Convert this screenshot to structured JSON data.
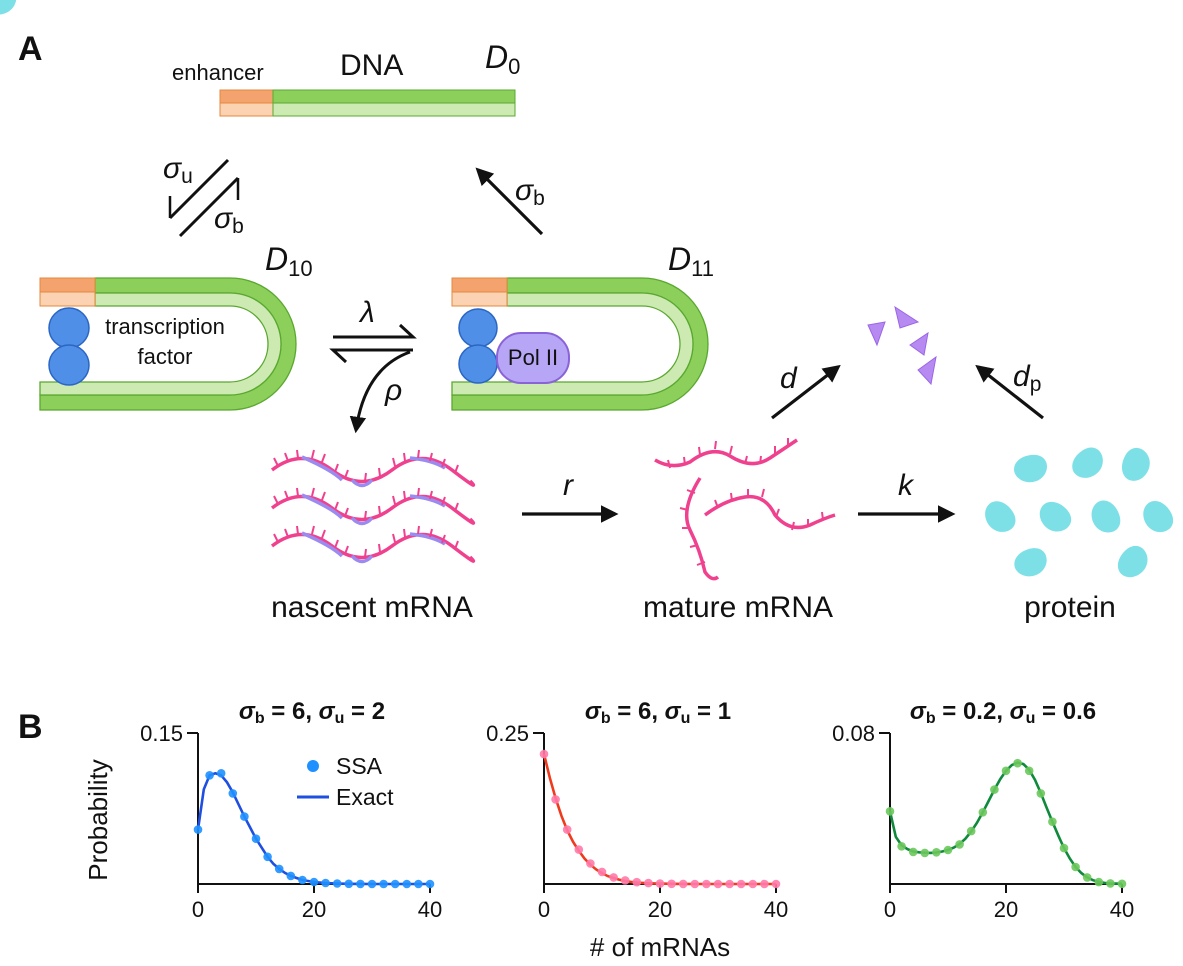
{
  "panel_a": {
    "letter": "A",
    "enhancer_label": "enhancer",
    "dna_label": "DNA",
    "state_d0": {
      "sym": "D",
      "sub": "0"
    },
    "state_d10": {
      "sym": "D",
      "sub": "10"
    },
    "state_d11": {
      "sym": "D",
      "sub": "11"
    },
    "tf_label_line1": "transcription",
    "tf_label_line2": "factor",
    "pol_label": "Pol II",
    "rates": {
      "sigma_u": {
        "sym": "σ",
        "sub": "u"
      },
      "sigma_b_left": {
        "sym": "σ",
        "sub": "b"
      },
      "sigma_b_right": {
        "sym": "σ",
        "sub": "b"
      },
      "lambda": "λ",
      "rho": "ρ",
      "r": "r",
      "k": "k",
      "d": "d",
      "d_p": {
        "sym": "d",
        "sub": "p"
      }
    },
    "species": {
      "nascent": "nascent mRNA",
      "mature": "mature mRNA",
      "protein": "protein"
    },
    "colors": {
      "dna_dark": "#8ccf5b",
      "dna_light": "#cdeab2",
      "dna_stroke": "#5aa830",
      "enhancer_dark": "#f5a36e",
      "enhancer_light": "#fbd2b2",
      "enhancer_stroke": "#e38a3c",
      "tf": "#4f8fe8",
      "pol": "#b7a6f5",
      "pol_stroke": "#8a63d8",
      "mrna": "#f0418f",
      "mrna_nascent_part": "#9b8bf0",
      "protein": "#6fdde3",
      "fragment": "#b78af2"
    }
  },
  "panel_b": {
    "letter": "B",
    "ylabel": "Probability",
    "xlabel": "# of mRNAs",
    "legend": {
      "ssa": "SSA",
      "exact": "Exact"
    },
    "titles": [
      {
        "p1": "σ",
        "s1": "b",
        "m1": " = 6, ",
        "p2": "σ",
        "s2": "u",
        "m2": " = 2"
      },
      {
        "p1": "σ",
        "s1": "b",
        "m1": " = 6, ",
        "p2": "σ",
        "s2": "u",
        "m2": " = 1"
      },
      {
        "p1": "σ",
        "s1": "b",
        "m1": " = 0.2, ",
        "p2": "σ",
        "s2": "u",
        "m2": " = 0.6"
      }
    ]
  },
  "chart_data": [
    {
      "type": "line",
      "title": "σb = 6, σu = 2",
      "xlabel": "# of mRNAs",
      "ylabel": "Probability",
      "xlim": [
        0,
        40
      ],
      "ylim": [
        0,
        0.15
      ],
      "xticks": [
        "0",
        "20",
        "40"
      ],
      "yticks": [
        "0.15"
      ],
      "legend": "top-right",
      "line_color": "#1f4fe0",
      "dot_color": "#1e90ff",
      "series": [
        {
          "name": "SSA",
          "x": [
            0,
            2,
            4,
            6,
            8,
            10,
            12,
            14,
            16,
            18,
            20,
            22,
            24,
            26,
            28,
            30,
            32,
            34,
            36,
            38,
            40
          ],
          "values": [
            0.054,
            0.108,
            0.11,
            0.09,
            0.067,
            0.045,
            0.027,
            0.015,
            0.008,
            0.004,
            0.002,
            0.001,
            0.0005,
            0.0002,
            0.0001,
            0,
            0,
            0,
            0,
            0,
            0
          ]
        },
        {
          "name": "Exact",
          "x": [
            0,
            1,
            2,
            3,
            4,
            5,
            6,
            7,
            8,
            9,
            10,
            11,
            12,
            13,
            14,
            15,
            16,
            17,
            18,
            19,
            20,
            22,
            24,
            26,
            28,
            30,
            32,
            34,
            36,
            38,
            40
          ],
          "values": [
            0.054,
            0.094,
            0.108,
            0.11,
            0.108,
            0.101,
            0.091,
            0.079,
            0.067,
            0.056,
            0.045,
            0.036,
            0.027,
            0.02,
            0.015,
            0.011,
            0.008,
            0.006,
            0.004,
            0.003,
            0.002,
            0.001,
            0.0005,
            0.0002,
            0.0001,
            0,
            0,
            0,
            0,
            0,
            0
          ]
        }
      ]
    },
    {
      "type": "line",
      "title": "σb = 6, σu = 1",
      "xlabel": "# of mRNAs",
      "ylabel": "Probability",
      "xlim": [
        0,
        40
      ],
      "ylim": [
        0,
        0.25
      ],
      "xticks": [
        "0",
        "20",
        "40"
      ],
      "yticks": [
        "0.25"
      ],
      "line_color": "#f03a1e",
      "dot_color": "#ff7aa8",
      "series": [
        {
          "name": "SSA",
          "x": [
            0,
            2,
            4,
            6,
            8,
            10,
            12,
            14,
            16,
            18,
            20,
            22,
            24,
            26,
            28,
            30,
            32,
            34,
            36,
            38,
            40
          ],
          "values": [
            0.215,
            0.14,
            0.09,
            0.057,
            0.034,
            0.02,
            0.011,
            0.006,
            0.003,
            0.0015,
            0.0007,
            0.0003,
            0.0001,
            0,
            0,
            0,
            0,
            0,
            0,
            0,
            0
          ]
        },
        {
          "name": "Exact",
          "x": [
            0,
            1,
            2,
            3,
            4,
            5,
            6,
            7,
            8,
            9,
            10,
            11,
            12,
            13,
            14,
            15,
            16,
            18,
            20,
            22,
            24,
            26,
            28,
            30,
            32,
            34,
            36,
            38,
            40
          ],
          "values": [
            0.215,
            0.176,
            0.142,
            0.113,
            0.089,
            0.07,
            0.055,
            0.042,
            0.032,
            0.024,
            0.018,
            0.013,
            0.01,
            0.007,
            0.005,
            0.0035,
            0.0025,
            0.0012,
            0.0006,
            0.0003,
            0.0001,
            0,
            0,
            0,
            0,
            0,
            0,
            0,
            0
          ]
        }
      ]
    },
    {
      "type": "line",
      "title": "σb = 0.2, σu = 0.6",
      "xlabel": "# of mRNAs",
      "ylabel": "Probability",
      "xlim": [
        0,
        40
      ],
      "ylim": [
        0,
        0.08
      ],
      "xticks": [
        "0",
        "20",
        "40"
      ],
      "yticks": [
        "0.08"
      ],
      "line_color": "#0f8a3c",
      "dot_color": "#6cc85c",
      "series": [
        {
          "name": "SSA",
          "x": [
            0,
            2,
            4,
            6,
            8,
            10,
            12,
            14,
            16,
            18,
            20,
            22,
            24,
            26,
            28,
            30,
            32,
            34,
            36,
            38,
            40
          ],
          "values": [
            0.0385,
            0.02,
            0.017,
            0.0165,
            0.0168,
            0.018,
            0.021,
            0.028,
            0.038,
            0.05,
            0.06,
            0.064,
            0.06,
            0.048,
            0.033,
            0.019,
            0.009,
            0.0035,
            0.001,
            0.0003,
            0.0001
          ]
        },
        {
          "name": "Exact",
          "x": [
            0,
            1,
            2,
            3,
            4,
            5,
            6,
            7,
            8,
            9,
            10,
            11,
            12,
            13,
            14,
            15,
            16,
            17,
            18,
            19,
            20,
            21,
            22,
            23,
            24,
            25,
            26,
            27,
            28,
            29,
            30,
            31,
            32,
            33,
            34,
            35,
            36,
            37,
            38,
            39,
            40
          ],
          "values": [
            0.0385,
            0.025,
            0.0205,
            0.0185,
            0.0172,
            0.0168,
            0.0166,
            0.0165,
            0.0167,
            0.0172,
            0.018,
            0.0193,
            0.0212,
            0.024,
            0.0278,
            0.0325,
            0.038,
            0.044,
            0.05,
            0.0555,
            0.06,
            0.063,
            0.0643,
            0.0635,
            0.0605,
            0.0552,
            0.0482,
            0.0405,
            0.033,
            0.0258,
            0.019,
            0.0135,
            0.009,
            0.0058,
            0.0035,
            0.002,
            0.0011,
            0.0006,
            0.0003,
            0.0002,
            0.0001
          ]
        }
      ]
    }
  ]
}
